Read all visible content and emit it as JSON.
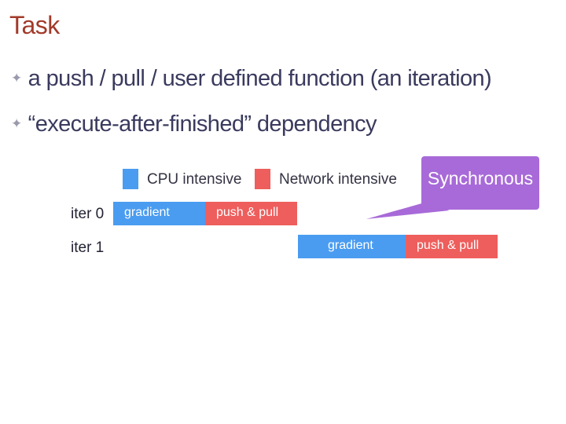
{
  "title": "Task",
  "bullets": [
    "a push / pull / user defined function (an iteration)",
    "“execute-after-finished” dependency"
  ],
  "legend": {
    "cpu": {
      "label": "CPU intensive",
      "color": "#4a9cf0"
    },
    "network": {
      "label": "Network intensive",
      "color": "#ee5e5c"
    }
  },
  "iterations": [
    {
      "label": "iter 0",
      "gradient": "gradient",
      "push_pull": "push & pull"
    },
    {
      "label": "iter 1",
      "gradient": "gradient",
      "push_pull": "push & pull"
    }
  ],
  "callout": {
    "text": "Synchronous",
    "color": "#a86ad8"
  }
}
